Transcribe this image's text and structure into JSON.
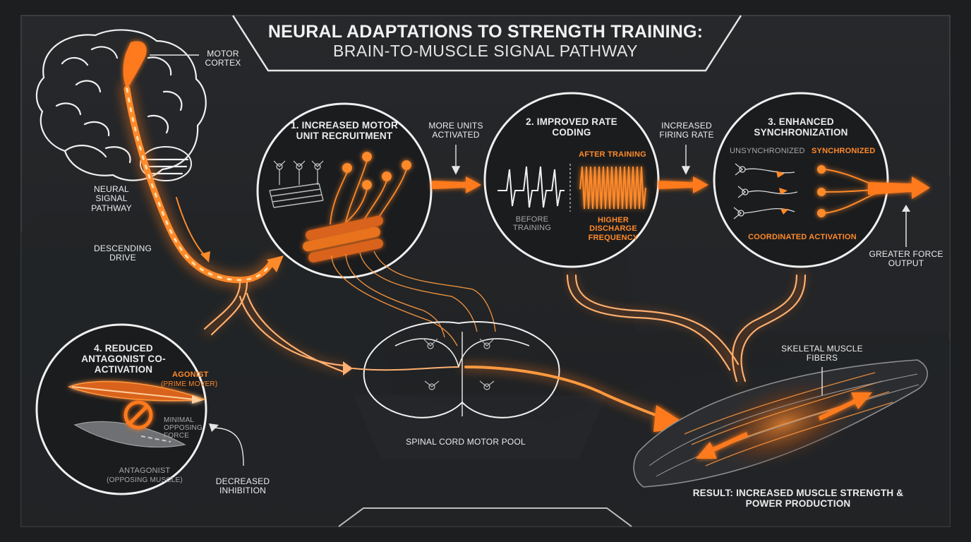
{
  "title": {
    "line1": "NEURAL ADAPTATIONS TO STRENGTH TRAINING:",
    "line2": "BRAIN-TO-MUSCLE SIGNAL PATHWAY"
  },
  "brain": {
    "motor_cortex": "MOTOR CORTEX",
    "pathway": "NEURAL SIGNAL PATHWAY",
    "descending": "DESCENDING DRIVE"
  },
  "step1": {
    "heading": "1. INCREASED MOTOR UNIT RECRUITMENT",
    "arrow_label": "MORE UNITS ACTIVATED"
  },
  "step2": {
    "heading": "2. IMPROVED RATE CODING",
    "after": "AFTER TRAINING",
    "before": "BEFORE TRAINING",
    "higher": "HIGHER DISCHARGE FREQUENCY",
    "arrow_label": "INCREASED FIRING RATE"
  },
  "step3": {
    "heading": "3. ENHANCED SYNCHRONIZATION",
    "unsync": "UNSYNCHRONIZED",
    "sync": "SYNCHRONIZED",
    "coordinated": "COORDINATED ACTIVATION",
    "force": "GREATER FORCE OUTPUT"
  },
  "step4": {
    "heading": "4. REDUCED ANTAGONIST CO-ACTIVATION",
    "agonist": "AGONIST",
    "agonist_sub": "(PRIME MOVER)",
    "minimal": "MINIMAL OPPOSING FORCE",
    "antagonist": "ANTAGONIST",
    "antagonist_sub": "(OPPOSING MUSCLE)",
    "decreased": "DECREASED INHIBITION"
  },
  "spinal": {
    "label": "SPINAL CORD MOTOR POOL"
  },
  "muscle": {
    "label": "SKELETAL MUSCLE FIBERS",
    "result": "RESULT: INCREASED MUSCLE STRENGTH & POWER PRODUCTION"
  },
  "colors": {
    "accent": "#ff7a1a",
    "glow": "#ffb060",
    "line": "#e6e6e6",
    "background": "#1d1f21"
  }
}
